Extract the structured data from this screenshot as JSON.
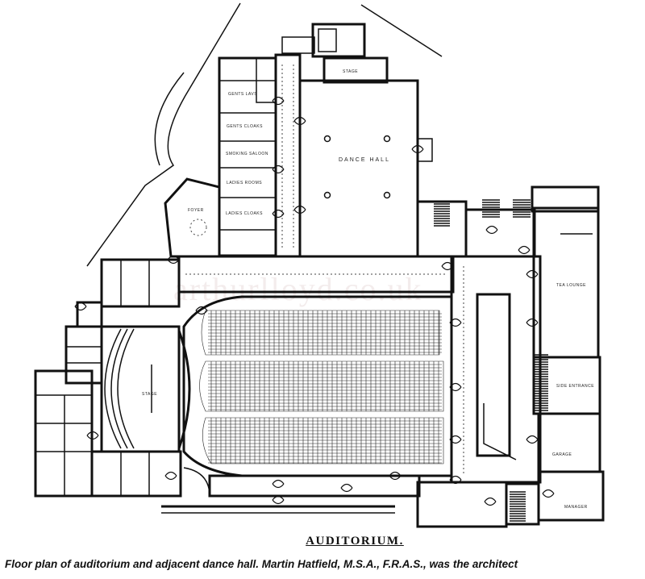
{
  "plan": {
    "title": "AUDITORIUM.",
    "caption": "Floor plan of auditorium and adjacent dance hall.  Martin Hatfield, M.S.A., F.R.A.S., was the architect",
    "watermark": "arthurlloyd.co.uk",
    "rooms": {
      "dance_hall": "DANCE HALL",
      "stage_top": "STAGE",
      "foyer": "FOYER",
      "tea_lounge": "TEA LOUNGE",
      "stage": "STAGE",
      "garage": "GARAGE",
      "gents_lavs": "GENTS LAVS",
      "gents_cloaks": "GENTS CLOAKS",
      "smoking": "SMOKING SALOON",
      "ladies_rooms": "LADIES ROOMS",
      "ladies_cloaks": "LADIES CLOAKS",
      "side_entrance": "SIDE ENTRANCE",
      "manager": "MANAGER"
    }
  }
}
